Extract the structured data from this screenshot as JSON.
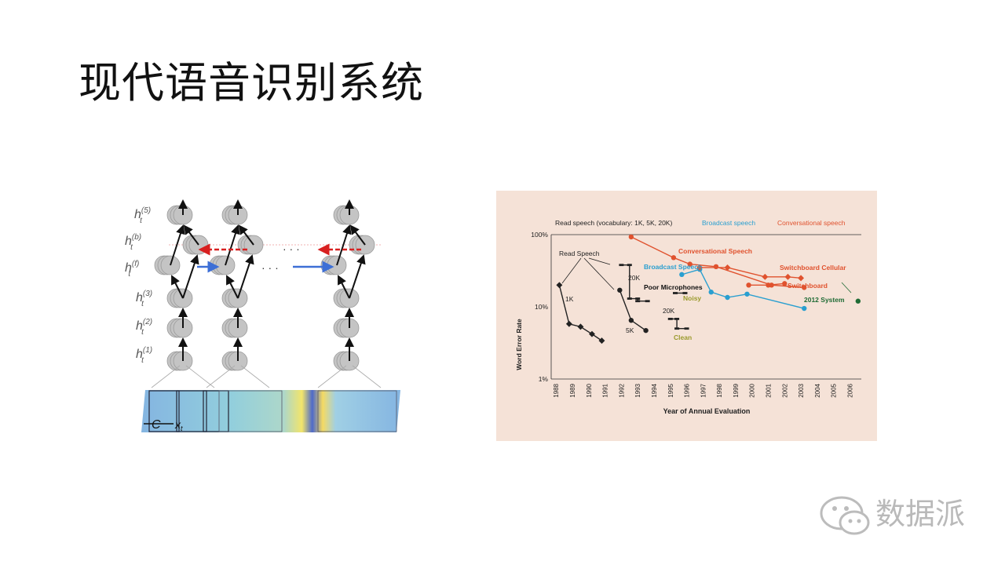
{
  "slide": {
    "title": "现代语音识别系统"
  },
  "rnn_figure": {
    "layer_labels": [
      "h",
      "h",
      "h",
      "h",
      "h",
      "h"
    ],
    "layer_superscripts": [
      "(5)",
      "(b)",
      "(f)",
      "(3)",
      "(2)",
      "(1)"
    ],
    "layer_subscript": "t",
    "context_label": "C",
    "input_label": "x",
    "input_subscript": "t",
    "ellipsis": "· · ·"
  },
  "chart_data": {
    "type": "line",
    "legend": [
      {
        "name": "Read speech (vocabulary: 1K, 5K, 20K)",
        "color": "#222222"
      },
      {
        "name": "Broadcast speech",
        "color": "#2a9fd0"
      },
      {
        "name": "Conversational speech",
        "color": "#e0522e"
      }
    ],
    "xlabel": "Year of Annual Evaluation",
    "ylabel": "Word Error Rate",
    "x_ticks": [
      "1988",
      "1989",
      "1990",
      "1991",
      "1992",
      "1993",
      "1994",
      "1995",
      "1996",
      "1997",
      "1998",
      "1999",
      "2000",
      "2001",
      "2002",
      "2003",
      "2004",
      "2005",
      "2006"
    ],
    "y_ticks": [
      "100%",
      "10%",
      "1%"
    ],
    "y_scale": "log",
    "ylim": [
      1,
      100
    ],
    "xlim": [
      1987.7,
      2006.7
    ],
    "series": [
      {
        "name": "1K",
        "color": "#222222",
        "marker": "diamond",
        "points": [
          [
            1988.2,
            20
          ],
          [
            1988.8,
            5.8
          ],
          [
            1989.5,
            5.3
          ],
          [
            1990.2,
            4.2
          ],
          [
            1990.8,
            3.4
          ]
        ]
      },
      {
        "name": "5K",
        "color": "#222222",
        "marker": "circle",
        "points": [
          [
            1991.9,
            17
          ],
          [
            1992.6,
            6.5
          ],
          [
            1993.5,
            4.7
          ]
        ]
      },
      {
        "name": "20K",
        "color": "#222222",
        "marker": "dash",
        "points": [
          [
            1992.0,
            38
          ],
          [
            1992.5,
            38
          ],
          [
            1992.5,
            13
          ],
          [
            1993.0,
            13
          ],
          [
            1993.0,
            12
          ],
          [
            1993.6,
            12
          ]
        ]
      },
      {
        "name": "20K",
        "color": "#222222",
        "marker": "dash",
        "points": [
          [
            1995.0,
            6.8
          ],
          [
            1995.4,
            6.8
          ],
          [
            1995.4,
            5.0
          ],
          [
            1996.0,
            5.0
          ]
        ]
      },
      {
        "name": "Poor Microphones",
        "color": "#222222",
        "marker": "dash",
        "points": [
          [
            1995.3,
            15.5
          ],
          [
            1995.9,
            15.5
          ]
        ]
      },
      {
        "name": "Broadcast Speech",
        "color": "#2a9fd0",
        "marker": "circle",
        "points": [
          [
            1995.7,
            28
          ],
          [
            1996.8,
            33
          ],
          [
            1997.5,
            16
          ],
          [
            1998.5,
            13.5
          ],
          [
            1999.7,
            15
          ],
          [
            2003.2,
            9.5
          ]
        ]
      },
      {
        "name": "Conversational Speech",
        "color": "#e0522e",
        "marker": "circle",
        "points": [
          [
            1992.6,
            93
          ],
          [
            1995.2,
            48
          ],
          [
            1996.2,
            39
          ],
          [
            1997.8,
            36
          ],
          [
            2001.2,
            20
          ],
          [
            2003.2,
            18.5
          ]
        ]
      },
      {
        "name": "Switchboard",
        "color": "#e0522e",
        "marker": "circle",
        "points": [
          [
            1999.8,
            20
          ],
          [
            2001.0,
            20
          ],
          [
            2002.0,
            21
          ]
        ]
      },
      {
        "name": "Switchboard Cellular",
        "color": "#e0522e",
        "marker": "diamond",
        "points": [
          [
            1996.8,
            35
          ],
          [
            1998.5,
            35
          ],
          [
            2000.8,
            26
          ],
          [
            2002.2,
            26
          ],
          [
            2003.0,
            25
          ]
        ]
      },
      {
        "name": "2012 System",
        "color": "#1f6b35",
        "marker": "circle",
        "points": [
          [
            2006.5,
            12
          ]
        ]
      }
    ],
    "annotations": [
      {
        "text": "Read Speech",
        "color": "#222222"
      },
      {
        "text": "1K",
        "color": "#222222"
      },
      {
        "text": "20K",
        "color": "#222222"
      },
      {
        "text": "5K",
        "color": "#222222"
      },
      {
        "text": "20K",
        "color": "#222222"
      },
      {
        "text": "Poor Microphones",
        "color": "#111111"
      },
      {
        "text": "Noisy",
        "color": "#9a9a2c"
      },
      {
        "text": "Clean",
        "color": "#9a9a2c"
      },
      {
        "text": "Broadcast Speech",
        "color": "#2a9fd0"
      },
      {
        "text": "Conversational Speech",
        "color": "#e0522e"
      },
      {
        "text": "Switchboard Cellular",
        "color": "#e0522e"
      },
      {
        "text": "Switchboard",
        "color": "#e0522e"
      },
      {
        "text": "2012 System",
        "color": "#1f6b35"
      }
    ],
    "background": "#f5e2d7"
  },
  "watermark": {
    "text": "数据派",
    "icon": "wechat-icon",
    "color": "#bcbcbc"
  }
}
